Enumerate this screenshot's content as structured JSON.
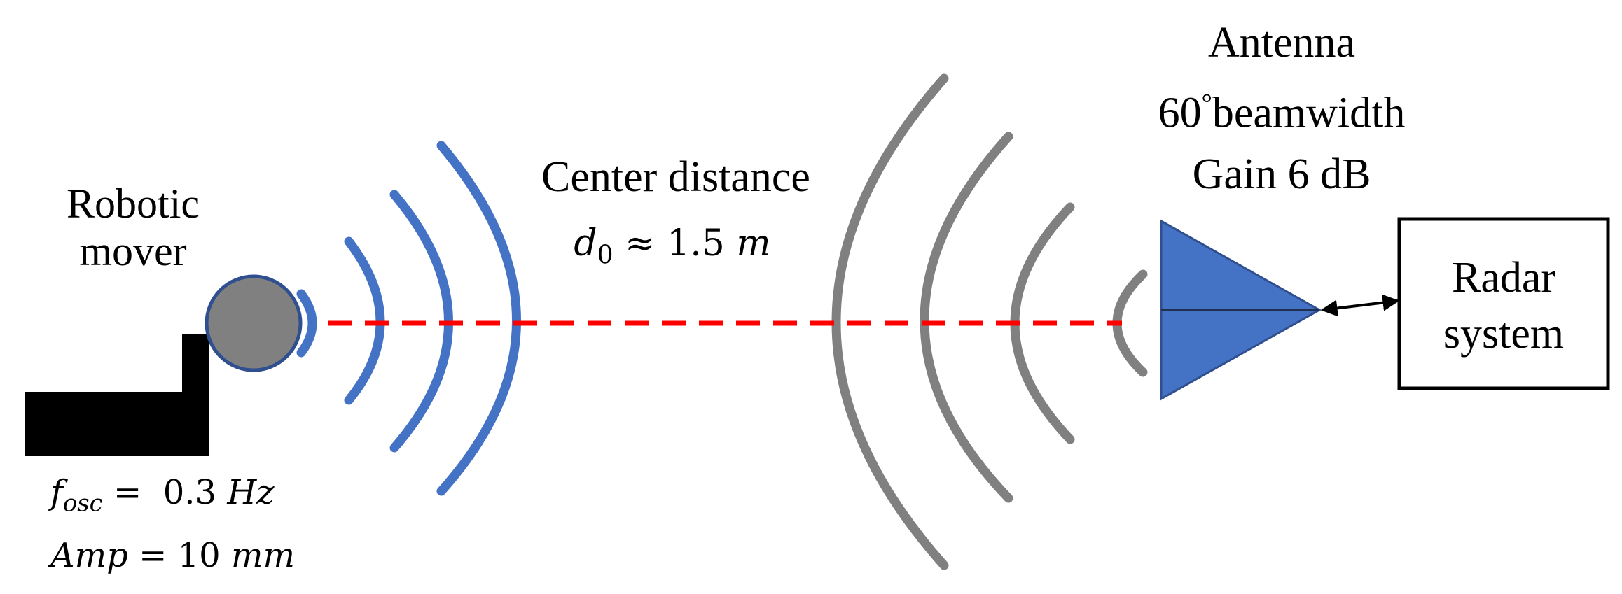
{
  "robot": {
    "label_line1": "Robotic",
    "label_line2": "mover",
    "fosc_symbol": "f",
    "fosc_subscript": "osc",
    "fosc_equals": " =  0.3 ",
    "fosc_unit": "Hz",
    "amp_symbol": "Amp",
    "amp_equals": " = 10 ",
    "amp_unit": "mm"
  },
  "distance": {
    "label": "Center distance",
    "symbol": "d",
    "subscript": "0",
    "approx": " ≈ 1.5 ",
    "unit": "m"
  },
  "antenna": {
    "line1": "Antenna",
    "line2_number": "60",
    "line2_degree": "°",
    "line2_text": "beamwidth",
    "line3": "Gain 6 dB"
  },
  "radar": {
    "line1": "Radar",
    "line2": "system"
  },
  "colors": {
    "wave_blue": "#4472c4",
    "wave_gray": "#808080",
    "dashed_line": "#ff0000",
    "antenna_fill": "#4472c4",
    "mover_fill": "#808080",
    "mover_stroke": "#2f4f8f",
    "base": "#000000"
  }
}
